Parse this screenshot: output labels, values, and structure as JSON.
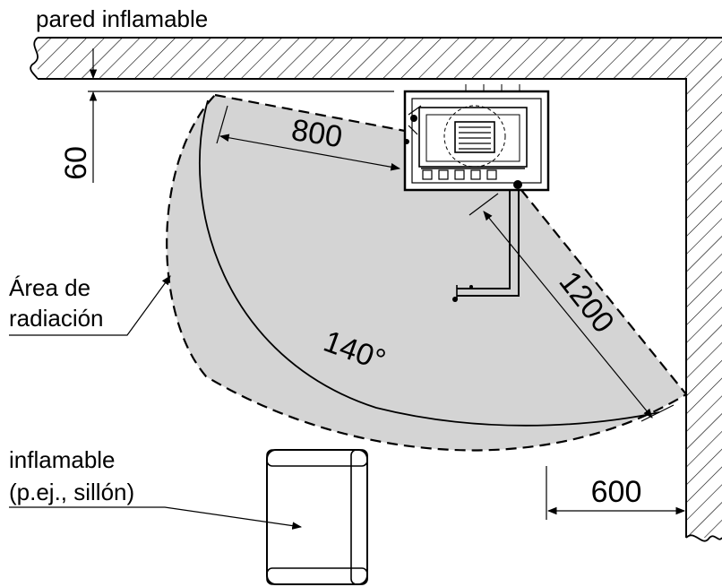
{
  "labels": {
    "wall": "pared inflamable",
    "radiation_line1": "Área de",
    "radiation_line2": "radiación",
    "object_line1": "inflamable",
    "object_line2": "(p.ej., sillón)"
  },
  "dimensions": {
    "wall_gap": "60",
    "side_distance": "800",
    "front_distance": "1200",
    "angle": "140°",
    "right_wall_distance": "600"
  },
  "colors": {
    "radiation_fill": "#d4d4d4",
    "line": "#000000"
  }
}
